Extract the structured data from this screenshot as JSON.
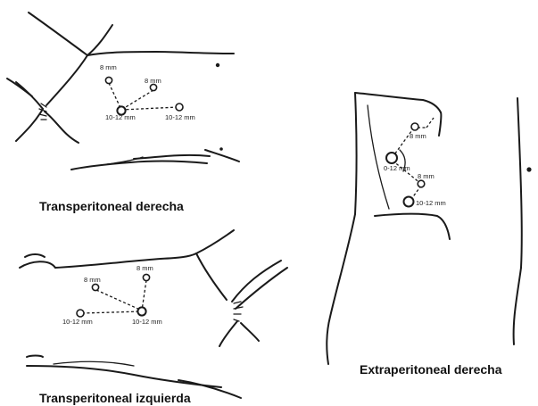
{
  "panels": {
    "transperitoneal_derecha": {
      "caption": "Transperitoneal derecha",
      "ports": [
        "8 mm",
        "8 mm",
        "10-12 mm",
        "10-12 mm"
      ]
    },
    "transperitoneal_izquierda": {
      "caption": "Transperitoneal izquierda",
      "ports": [
        "8 mm",
        "8 mm",
        "10-12 mm",
        "10-12 mm"
      ]
    },
    "extraperitoneal_derecha": {
      "caption": "Extraperitoneal derecha",
      "ports": [
        "8 mm",
        "0-12 mm",
        "8 mm",
        "10-12 mm"
      ]
    }
  }
}
